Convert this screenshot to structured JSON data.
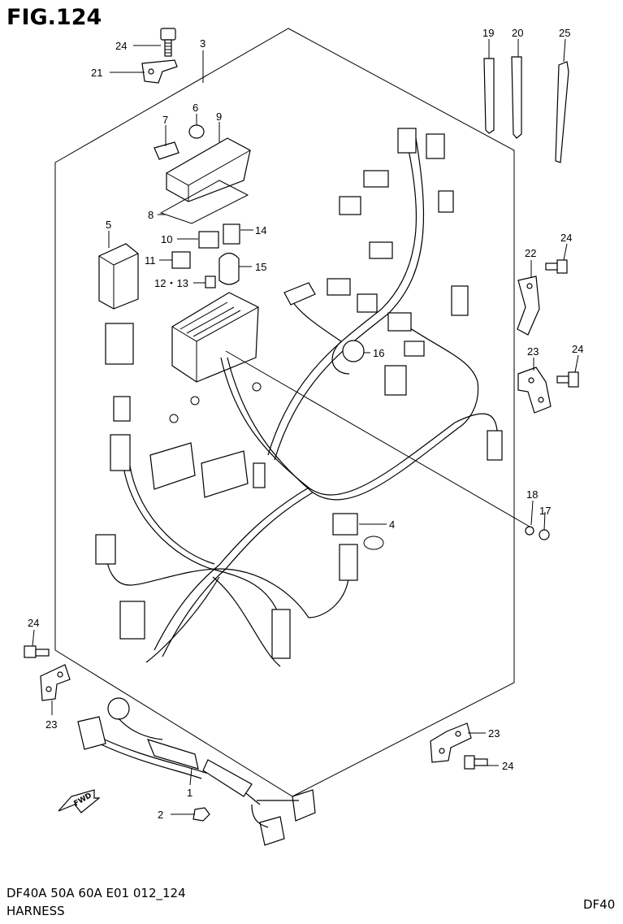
{
  "figure": {
    "title": "FIG.124"
  },
  "footer": {
    "model_line": "DF40A 50A 60A E01 012_124",
    "subtitle": "HARNESS",
    "code": "DF40"
  },
  "fwd_label": "FWD",
  "callouts": [
    "24",
    "21",
    "3",
    "7",
    "6",
    "9",
    "5",
    "8",
    "10",
    "14",
    "11",
    "15",
    "12・13",
    "16",
    "19",
    "20",
    "25",
    "22",
    "24",
    "23",
    "24",
    "18",
    "17",
    "4",
    "24",
    "23",
    "1",
    "2",
    "23",
    "24"
  ]
}
